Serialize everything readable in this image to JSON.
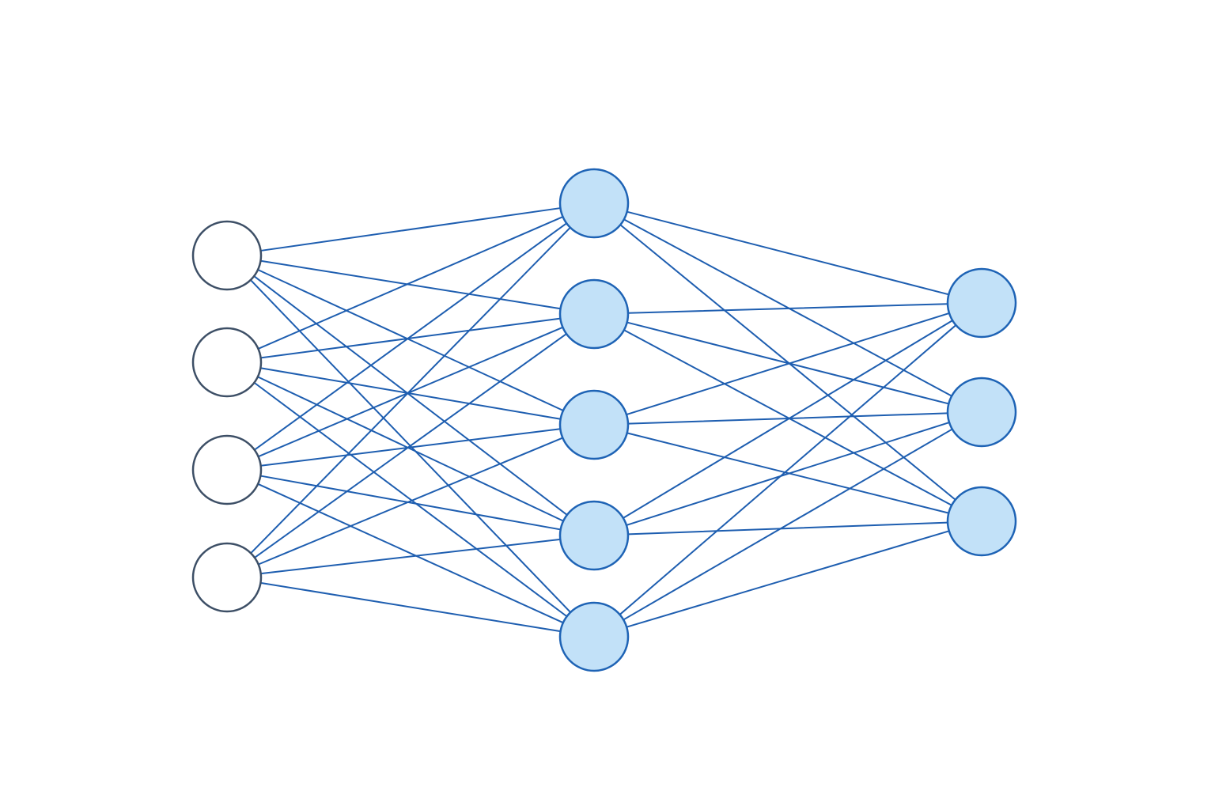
{
  "diagram": {
    "type": "feedforward-neural-network",
    "layers": [
      {
        "role": "input",
        "node_count": 4,
        "style": "hollow"
      },
      {
        "role": "hidden",
        "node_count": 5,
        "style": "filled"
      },
      {
        "role": "output",
        "node_count": 3,
        "style": "filled"
      }
    ],
    "connectivity": "fully-connected"
  },
  "colors": {
    "background": "#ffffff",
    "input_node_stroke": "#3d4f66",
    "input_node_fill": "#ffffff",
    "node_fill": "#c2e1f8",
    "node_stroke": "#1e63b5",
    "edge": "#1e5eb0"
  }
}
